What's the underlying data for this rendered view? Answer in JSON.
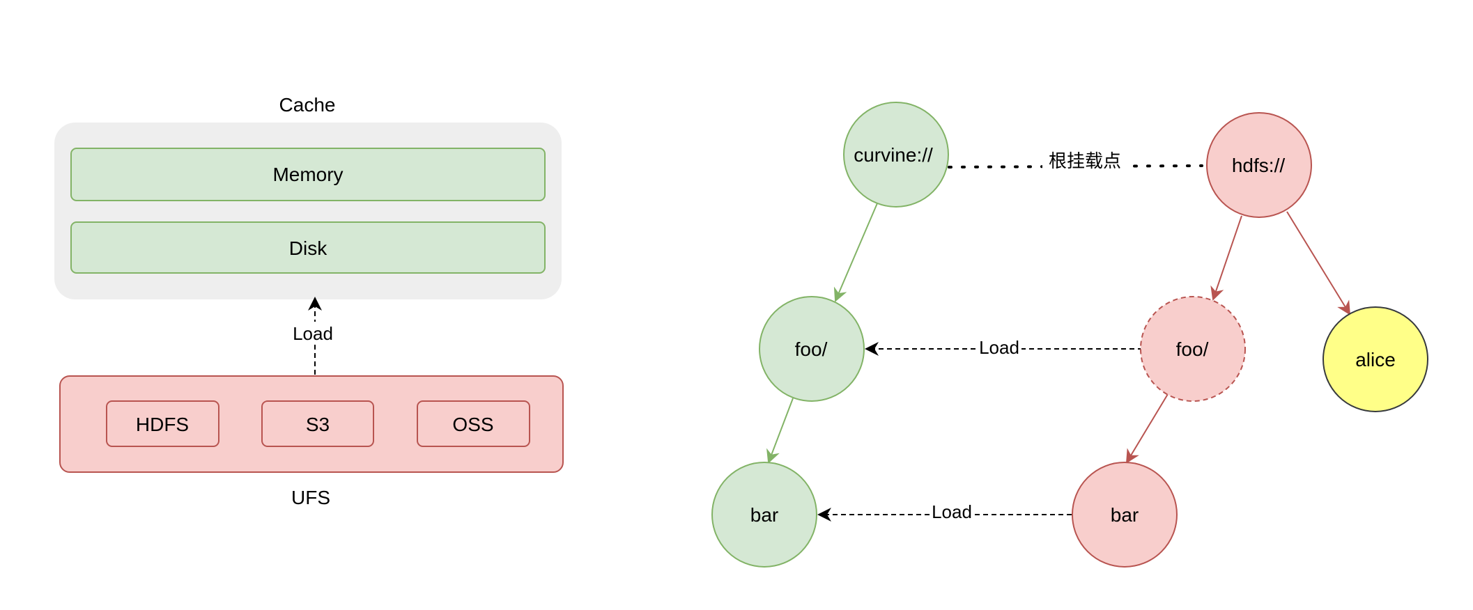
{
  "cache": {
    "label": "Cache",
    "memory": "Memory",
    "disk": "Disk"
  },
  "ufs": {
    "label": "UFS",
    "hdfs": "HDFS",
    "s3": "S3",
    "oss": "OSS"
  },
  "load_edge": "Load",
  "tree": {
    "curvine": "curvine://",
    "hdfs": "hdfs://",
    "mount_label": "根挂载点",
    "foo_green": "foo/",
    "foo_red": "foo/",
    "bar_green": "bar",
    "bar_red": "bar",
    "alice": "alice",
    "load_foo": "Load",
    "load_bar": "Load"
  },
  "colors": {
    "green_fill": "#d5e8d4",
    "green_stroke": "#82b366",
    "red_fill": "#f8cecc",
    "red_stroke": "#b85450",
    "yellow_fill": "#ffff88",
    "dark_stroke": "#36393d",
    "container_fill": "#eeeeee"
  }
}
